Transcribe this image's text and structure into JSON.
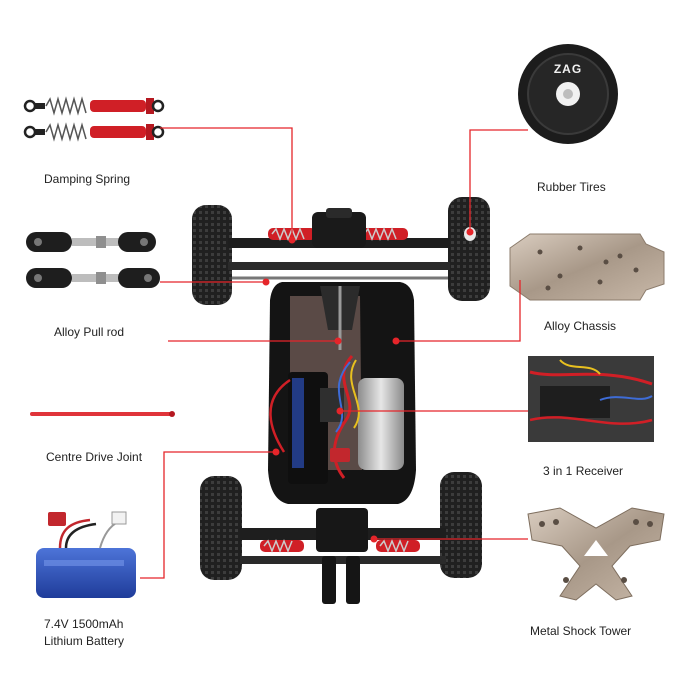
{
  "labels": {
    "damping_spring": "Damping Spring",
    "alloy_pull_rod": "Alloy Pull rod",
    "centre_drive_joint": "Centre Drive Joint",
    "battery_line1": "7.4V 1500mAh",
    "battery_line2": "Lithium Battery",
    "rubber_tires": "Rubber Tires",
    "alloy_chassis": "Alloy Chassis",
    "receiver": "3 in 1 Receiver",
    "shock_tower": "Metal Shock Tower"
  },
  "tire_brand": "ZAG",
  "colors": {
    "callout_line": "#e5252a",
    "shock_red": "#d01f26",
    "tire_black": "#1c1c1c",
    "chassis_metal": "#b9a89a",
    "battery_blue": "#2b4fb8"
  }
}
